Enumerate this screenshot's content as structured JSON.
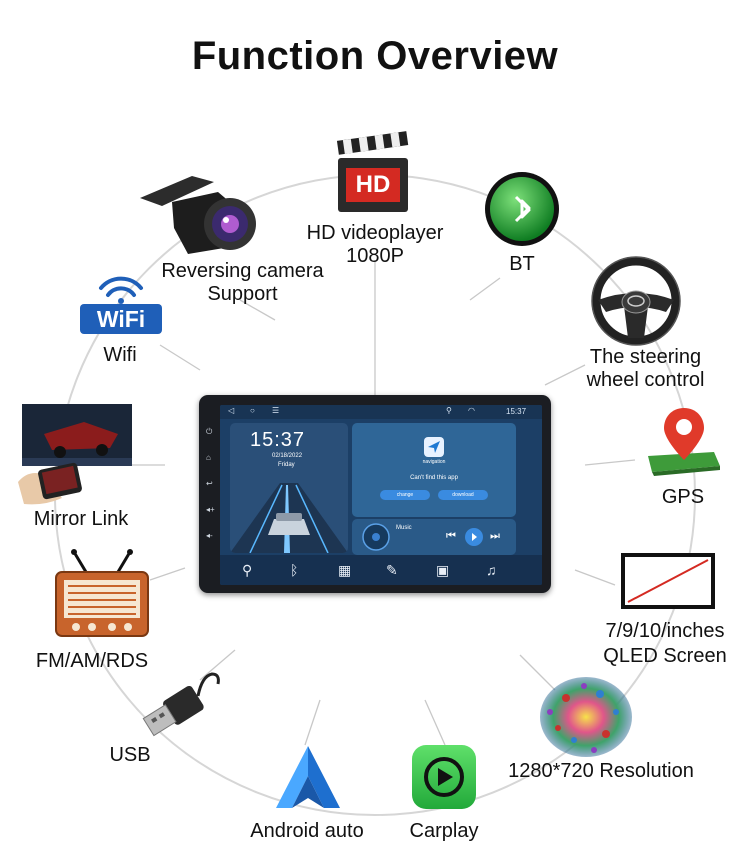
{
  "title": "Function Overview",
  "features": {
    "hd_video_line1": "HD videoplayer",
    "hd_video_line2": "1080P",
    "hd_badge": "HD",
    "bt": "BT",
    "reversing_line1": "Reversing camera",
    "reversing_line2": "Support",
    "wifi_badge": "WiFi",
    "wifi": "Wifi",
    "steering_line1": "The steering",
    "steering_line2": "wheel control",
    "gps": "GPS",
    "mirror_link": "Mirror Link",
    "screen_line1": "7/9/10/inches",
    "screen_line2": "QLED Screen",
    "fm": "FM/AM/RDS",
    "resolution": "1280*720 Resolution",
    "usb": "USB",
    "android_auto": "Android auto",
    "carplay": "Carplay"
  },
  "device": {
    "status_time": "15:37",
    "clock": "15:37",
    "date": "02/18/2022",
    "weekday": "Friday",
    "nav_app": "navigation",
    "nav_message": "Can't find this app",
    "change_button": "change",
    "download_button": "download",
    "music_label": "Music"
  },
  "colors": {
    "bt_green": "#1fa632",
    "carplay_green": "#3cc84a",
    "gps_red": "#e03a2a",
    "radio_orange": "#c8642c",
    "wifi_blue": "#1f5fb8",
    "hd_red": "#d42a22",
    "screen_blue": "#1c3f66"
  }
}
